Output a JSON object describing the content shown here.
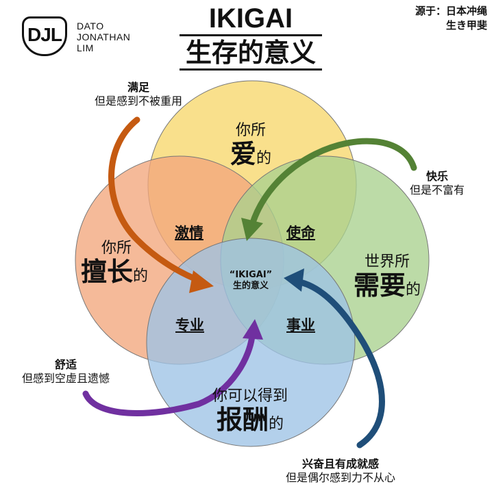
{
  "logo": {
    "monogram": "DJL",
    "name_lines": [
      "DATO",
      "JONATHAN",
      "LIM"
    ]
  },
  "title": {
    "main": "IKIGAI",
    "sub": "生存的意义"
  },
  "source": {
    "line1": "源于：日本冲绳",
    "line2": "生き甲斐"
  },
  "circles": {
    "love": {
      "prefix": "你所",
      "keyword": "爱",
      "suffix": "的",
      "color": "#f7d76b"
    },
    "good_at": {
      "prefix": "你所",
      "keyword": "擅长",
      "suffix": "的",
      "color": "#f2a77c"
    },
    "world_needs": {
      "prefix": "世界所",
      "keyword": "需要",
      "suffix": "的",
      "color": "#a9d18e"
    },
    "paid_for": {
      "prefix": "你可以得到",
      "keyword": "报酬",
      "suffix": "的",
      "color": "#9dc3e6"
    }
  },
  "overlaps": {
    "passion": "激情",
    "mission": "使命",
    "profession": "专业",
    "vocation": "事业"
  },
  "center": {
    "line1": "“IKIGAI”",
    "line2": "生的意义"
  },
  "notes": {
    "satisfaction": {
      "title": "满足",
      "sub": "但是感到不被重用",
      "color": "#c55a11"
    },
    "delight": {
      "title": "快乐",
      "sub": "但是不富有",
      "color": "#548235"
    },
    "comfortable": {
      "title": "舒适",
      "sub": "但感到空虚且遗憾",
      "color": "#7030a0"
    },
    "excitement": {
      "title": "兴奋且有成就感",
      "sub": "但是偶尔感到力不从心",
      "color": "#2e75b6"
    }
  }
}
